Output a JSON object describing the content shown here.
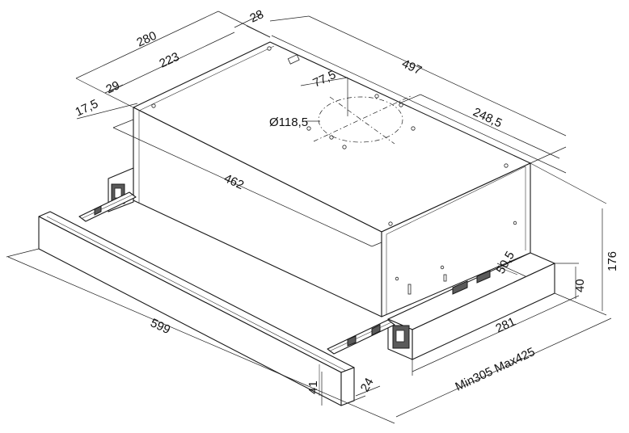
{
  "dimensions": {
    "d280": "280",
    "d28": "28",
    "d223": "223",
    "d497": "497",
    "d29": "29",
    "d17_5": "17,5",
    "d77_5": "77,5",
    "d118_5": "Ø118,5",
    "d248_5": "248,5",
    "d462": "462",
    "d176": "176",
    "d50_5": "50,5",
    "d40": "40",
    "d599": "599",
    "d281": "281",
    "dminmax": "Min305 Max425",
    "d41": "41",
    "d24": "24"
  }
}
